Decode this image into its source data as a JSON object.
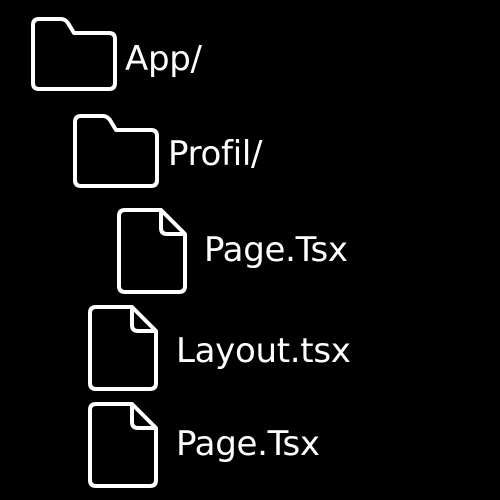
{
  "colors": {
    "background": "#000000",
    "foreground": "#ffffff"
  },
  "tree": {
    "app": {
      "label": "App/",
      "icon": "folder-icon"
    },
    "profil": {
      "label": "Profil/",
      "icon": "folder-icon"
    },
    "page_in_profil": {
      "label": "Page.Tsx",
      "icon": "file-icon"
    },
    "layout": {
      "label": "Layout.tsx",
      "icon": "file-icon"
    },
    "page": {
      "label": "Page.Tsx",
      "icon": "file-icon"
    }
  }
}
